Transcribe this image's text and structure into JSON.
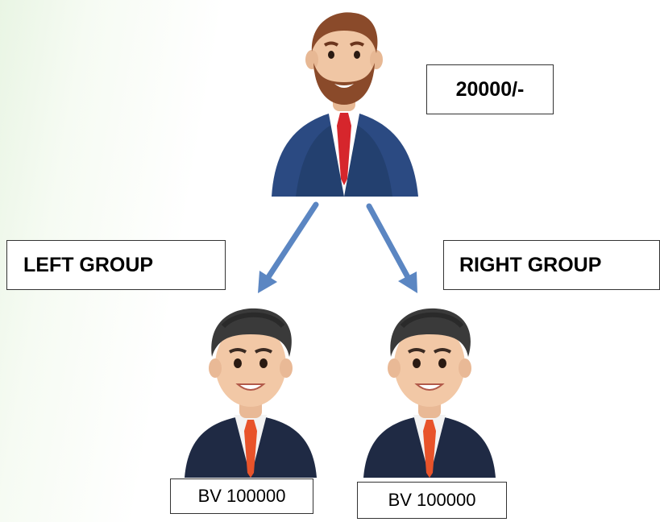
{
  "top_amount": "20000/-",
  "left_group_label": "LEFT GROUP",
  "right_group_label": "RIGHT GROUP",
  "left_member_bv": "BV 100000",
  "right_member_bv": "BV 100000",
  "colors": {
    "arrow": "#5b86c2",
    "suit": "#2b4a82",
    "tie_manager": "#d6262c",
    "tie_member": "#e8532a",
    "background_tint": "#e9f5e4"
  },
  "icons": [
    "manager-avatar-icon",
    "member-avatar-icon"
  ]
}
